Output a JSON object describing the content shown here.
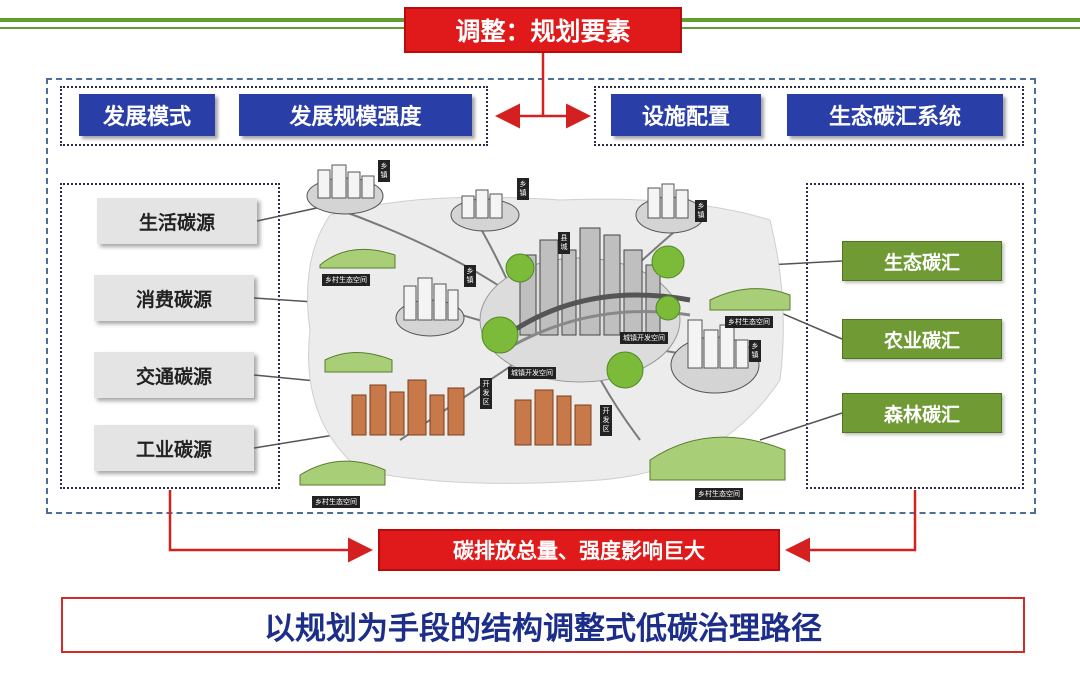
{
  "title": "调整：规划要素",
  "top_left_elements": [
    "发展模式",
    "发展规模强度"
  ],
  "top_right_elements": [
    "设施配置",
    "生态碳汇系统"
  ],
  "carbon_sources": [
    "生活碳源",
    "消费碳源",
    "交通碳源",
    "工业碳源"
  ],
  "carbon_sinks": [
    "生态碳汇",
    "农业碳汇",
    "森林碳汇"
  ],
  "map_labels": {
    "county_town": "县城",
    "town": "乡镇",
    "rural_ecological_space": "乡村生态空间",
    "urban_development_space": "城镇开发空间",
    "development_zone": "开发区"
  },
  "result": "碳排放总量、强度影响巨大",
  "conclusion": "以规划为手段的结构调整式低碳治理路径",
  "colors": {
    "red": "#e01a1a",
    "blue": "#2a3ea8",
    "green": "#6f9a34",
    "gray": "#e4e4e4",
    "title_blue": "#1c2e8a"
  }
}
